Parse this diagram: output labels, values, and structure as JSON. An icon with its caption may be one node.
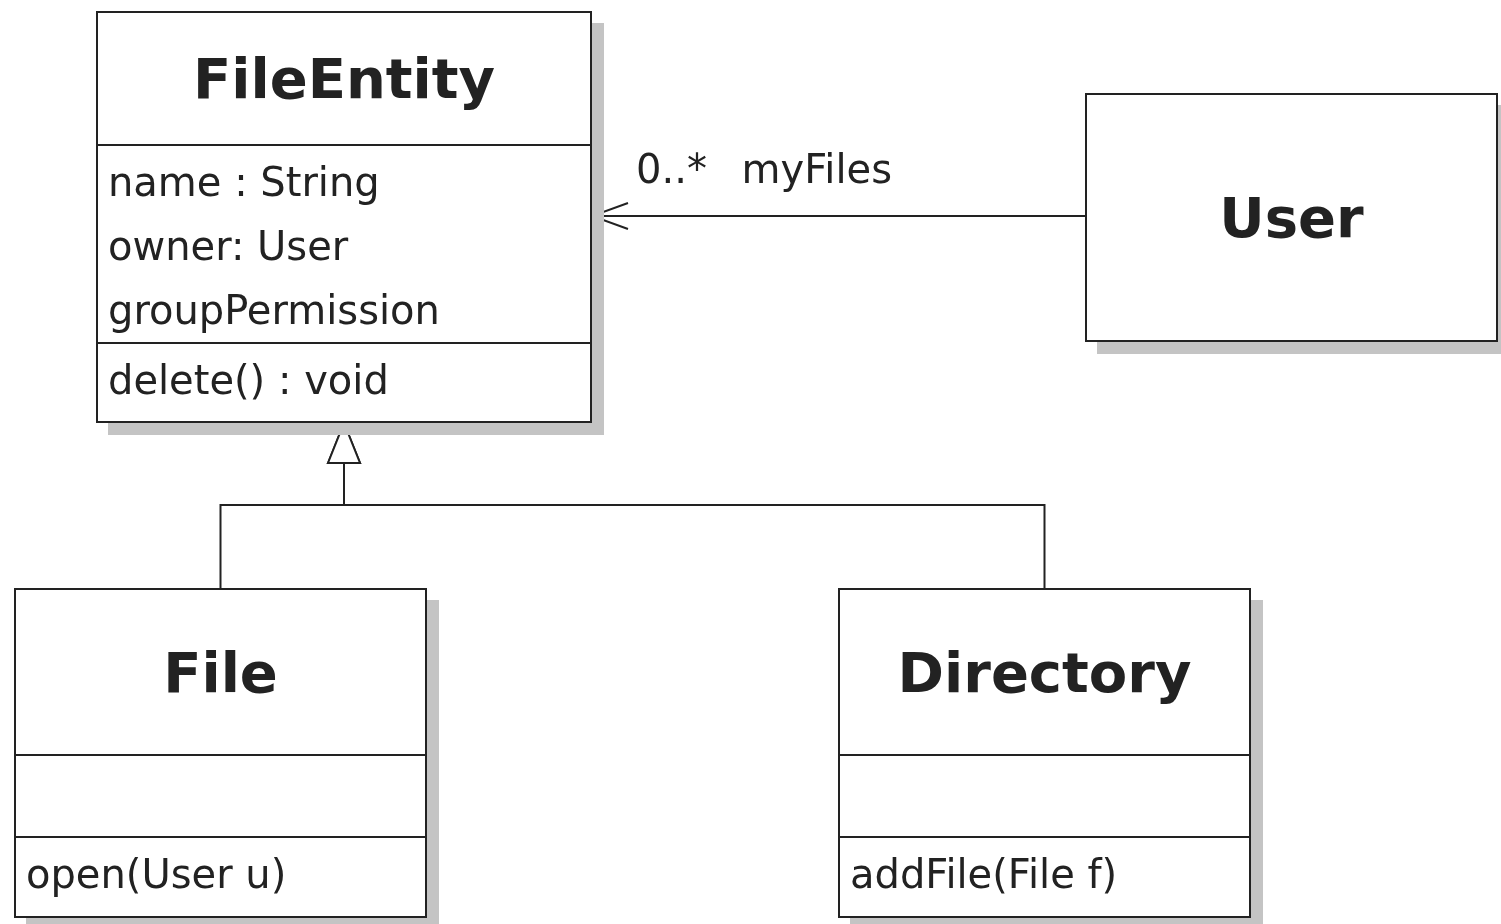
{
  "diagram": {
    "nodes": [
      {
        "text": [
          "FileEntity",
          "name : String",
          "owner: User",
          "groupPermission",
          "delete() : void"
        ]
      },
      {
        "text": [
          "User"
        ]
      },
      {
        "text": [
          "File",
          "open(User u)"
        ]
      },
      {
        "text": [
          "Directory",
          "addFile(File f)"
        ]
      }
    ],
    "edges": [
      {
        "from": 1,
        "to": 0,
        "arrow": "to",
        "label": "0..* myFiles"
      },
      {
        "from": 2,
        "to": 0,
        "arrow": "to"
      },
      {
        "from": 3,
        "to": 0,
        "arrow": "to"
      }
    ]
  }
}
